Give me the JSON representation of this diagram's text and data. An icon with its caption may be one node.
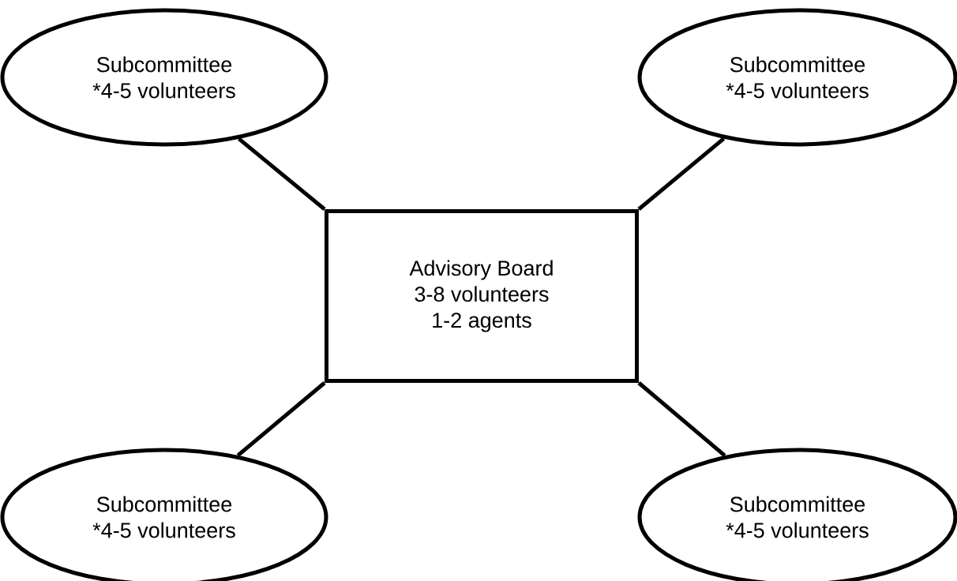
{
  "diagram": {
    "nodes": [
      {
        "text": [
          "Advisory Board",
          "3-8 volunteers",
          "1-2 agents"
        ]
      },
      {
        "text": [
          "Subcommittee",
          "*4-5 volunteers"
        ]
      },
      {
        "text": [
          "Subcommittee",
          "*4-5 volunteers"
        ]
      },
      {
        "text": [
          "Subcommittee",
          "*4-5 volunteers"
        ]
      },
      {
        "text": [
          "Subcommittee",
          "*4-5 volunteers"
        ]
      }
    ],
    "edges": [
      {
        "from": 1,
        "to": 0,
        "arrow": "none"
      },
      {
        "from": 2,
        "to": 0,
        "arrow": "none"
      },
      {
        "from": 3,
        "to": 0,
        "arrow": "none"
      },
      {
        "from": 4,
        "to": 0,
        "arrow": "none"
      }
    ]
  }
}
